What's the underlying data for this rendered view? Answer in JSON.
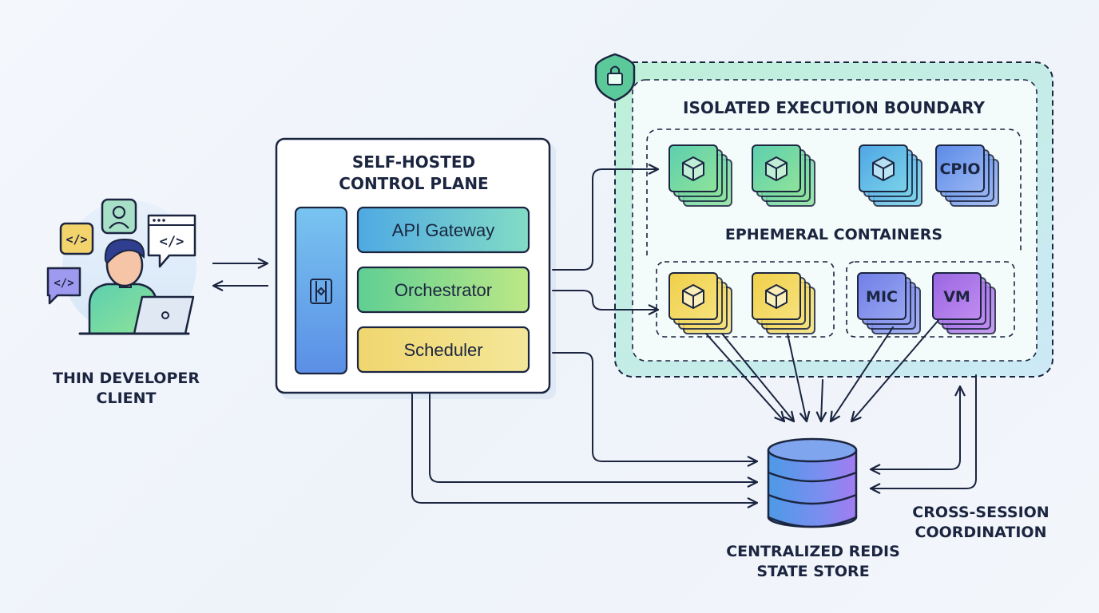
{
  "client": {
    "label_line1": "THIN DEVELOPER",
    "label_line2": "CLIENT",
    "icons": [
      "person-icon",
      "code-icon",
      "laptop-icon",
      "chat-code-icon"
    ]
  },
  "control_plane": {
    "title_line1": "SELF-HOSTED",
    "title_line2": "CONTROL PLANE",
    "modules": [
      "API Gateway",
      "Orchestrator",
      "Scheduler"
    ],
    "sidebar_icon": "gateway-icon"
  },
  "boundary": {
    "title": "ISOLATED EXECUTION BOUNDARY",
    "icon": "shield-lock-icon",
    "containers_label": "EPHEMERAL CONTAINERS",
    "stacks": [
      "CPIO",
      "MIC",
      "VM"
    ]
  },
  "store": {
    "label_line1": "CENTRALIZED REDIS",
    "label_line2": "STATE STORE",
    "icon": "database-icon"
  },
  "coordination": {
    "label_line1": "CROSS-SESSION",
    "label_line2": "COORDINATION"
  },
  "colors": {
    "ink": "#1b2540",
    "boundary_fill": "#cdefe0",
    "api_gateway": "#5bb8e0",
    "orchestrator": "#7ad89a",
    "scheduler": "#f2df7c",
    "vm": "#a977e6"
  }
}
